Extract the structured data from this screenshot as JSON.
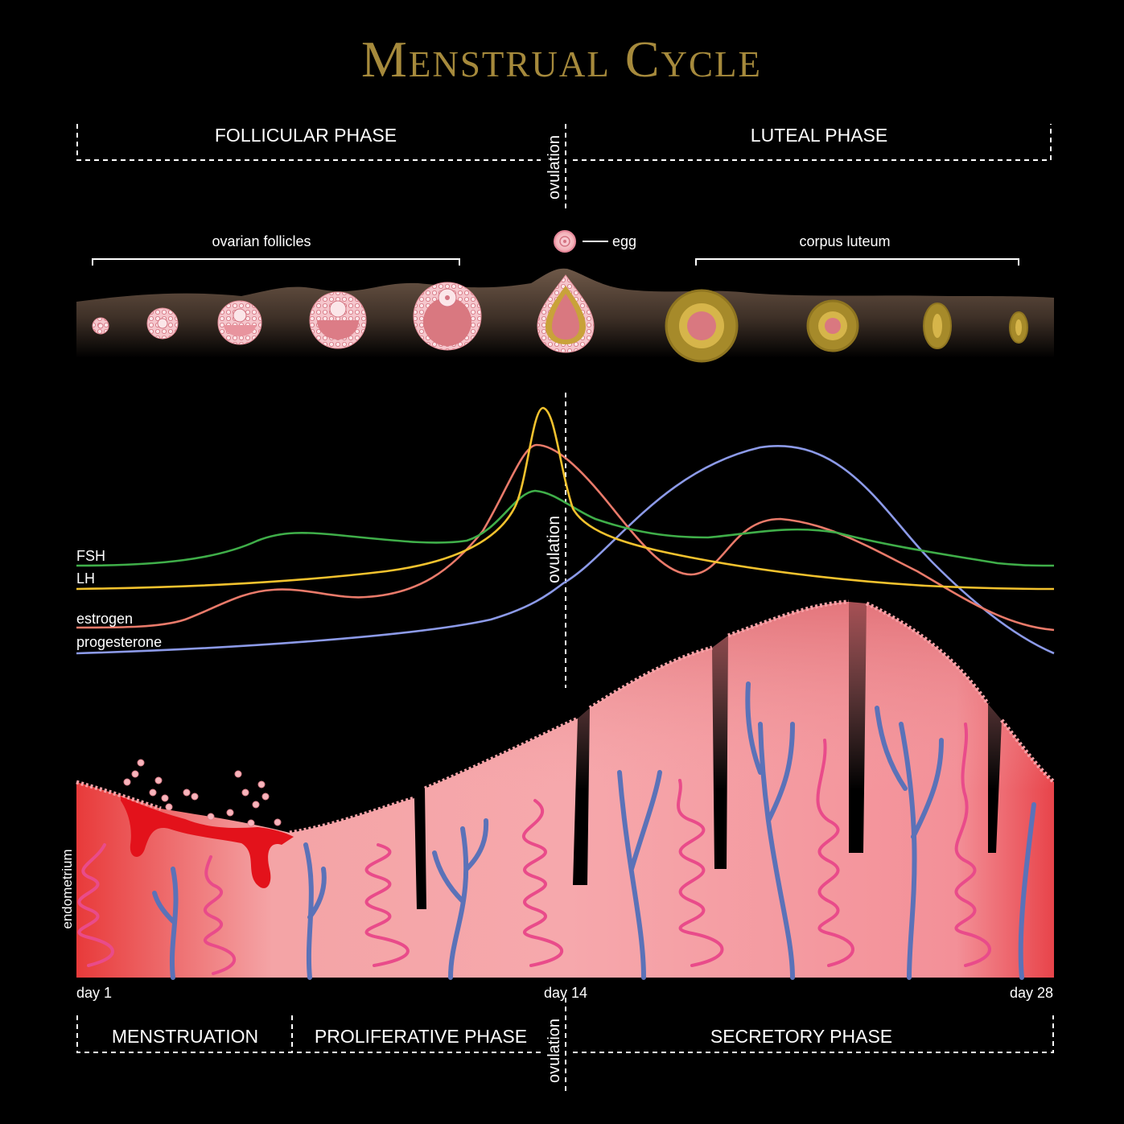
{
  "title": "Menstrual Cycle",
  "colors": {
    "background": "#000000",
    "title": "#a68a3c",
    "fsh": "#3fae49",
    "lh": "#f2c22e",
    "estrogen": "#e97a6a",
    "progesterone": "#8c9ae8",
    "endometrium": "#f3a0a6",
    "vessel_blue": "#5b72b8",
    "vessel_pink": "#e94b8a",
    "blood": "#e3121b",
    "corpus_luteum": "#a68a2a",
    "ovary": "#5a4738"
  },
  "ovarian_phases": {
    "follicular": "FOLLICULAR PHASE",
    "ovulation": "ovulation",
    "luteal": "LUTEAL PHASE"
  },
  "ovary": {
    "follicles_label": "ovarian follicles",
    "egg_label": "egg",
    "corpus_luteum_label": "corpus luteum"
  },
  "hormones": {
    "ovulation": "ovulation",
    "series": [
      {
        "name": "FSH",
        "icon": "fsh-curve"
      },
      {
        "name": "LH",
        "icon": "lh-curve"
      },
      {
        "name": "estrogen",
        "icon": "estrogen-curve"
      },
      {
        "name": "progesterone",
        "icon": "progesterone-curve"
      }
    ]
  },
  "endometrium": {
    "label": "endometrium",
    "day_start": "day 1",
    "day_mid": "day 14",
    "day_end": "day 28"
  },
  "uterine_phases": {
    "menstruation": "MENSTRUATION",
    "proliferative": "PROLIFERATIVE PHASE",
    "ovulation": "ovulation",
    "secretory": "SECRETORY PHASE"
  }
}
